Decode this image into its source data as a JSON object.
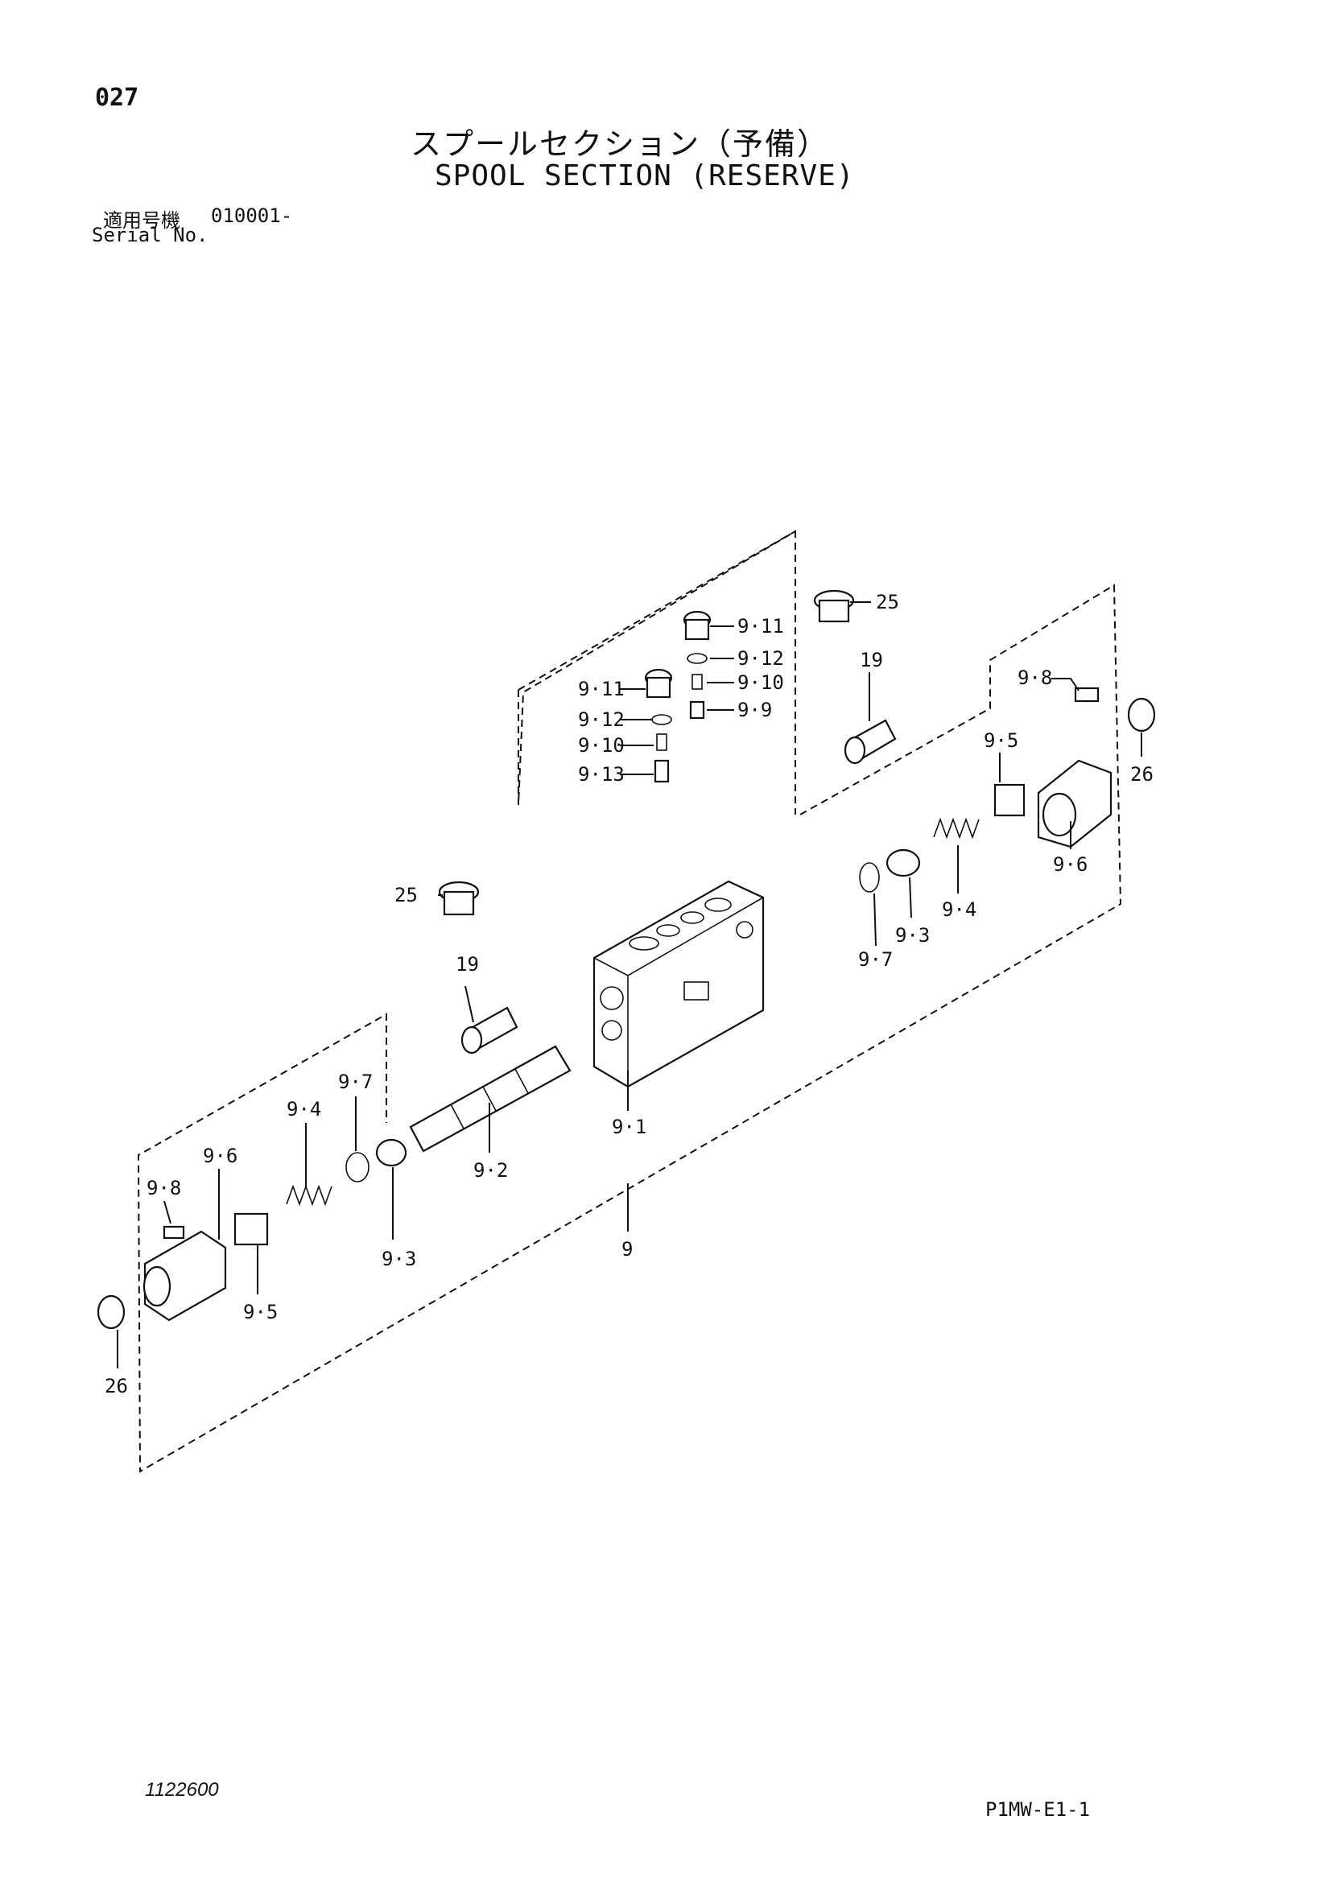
{
  "header": {
    "page_number": "027",
    "title_jp": "スプールセクション（予備）",
    "title_en": "SPOOL SECTION (RESERVE)",
    "serial_label_jp": "適用号機",
    "serial_from": "010001-",
    "serial_label_en": "Serial No."
  },
  "footer": {
    "doc_id": "1122600",
    "sheet_code": "P1MW-E1-1"
  },
  "callouts": [
    {
      "id": "c-9-11-right",
      "label": "9·11"
    },
    {
      "id": "c-9-12-right",
      "label": "9·12"
    },
    {
      "id": "c-9-10-right",
      "label": "9·10"
    },
    {
      "id": "c-9-9",
      "label": "9·9"
    },
    {
      "id": "c-9-11-left",
      "label": "9·11"
    },
    {
      "id": "c-9-12-left",
      "label": "9·12"
    },
    {
      "id": "c-9-10-left",
      "label": "9·10"
    },
    {
      "id": "c-9-13",
      "label": "9·13"
    },
    {
      "id": "c-25-top",
      "label": "25"
    },
    {
      "id": "c-19-top",
      "label": "19"
    },
    {
      "id": "c-9-8-right",
      "label": "9·8"
    },
    {
      "id": "c-9-5-right",
      "label": "9·5"
    },
    {
      "id": "c-26-right",
      "label": "26"
    },
    {
      "id": "c-9-6-right",
      "label": "9·6"
    },
    {
      "id": "c-9-4-right",
      "label": "9·4"
    },
    {
      "id": "c-9-3-right",
      "label": "9·3"
    },
    {
      "id": "c-9-7-right",
      "label": "9·7"
    },
    {
      "id": "c-25-left",
      "label": "25"
    },
    {
      "id": "c-19-left",
      "label": "19"
    },
    {
      "id": "c-9-1",
      "label": "9·1"
    },
    {
      "id": "c-9-2",
      "label": "9·2"
    },
    {
      "id": "c-9",
      "label": "9"
    },
    {
      "id": "c-9-7-left",
      "label": "9·7"
    },
    {
      "id": "c-9-4-left",
      "label": "9·4"
    },
    {
      "id": "c-9-6-left",
      "label": "9·6"
    },
    {
      "id": "c-9-8-left",
      "label": "9·8"
    },
    {
      "id": "c-9-3-left",
      "label": "9·3"
    },
    {
      "id": "c-9-5-left",
      "label": "9·5"
    },
    {
      "id": "c-26-left",
      "label": "26"
    }
  ]
}
